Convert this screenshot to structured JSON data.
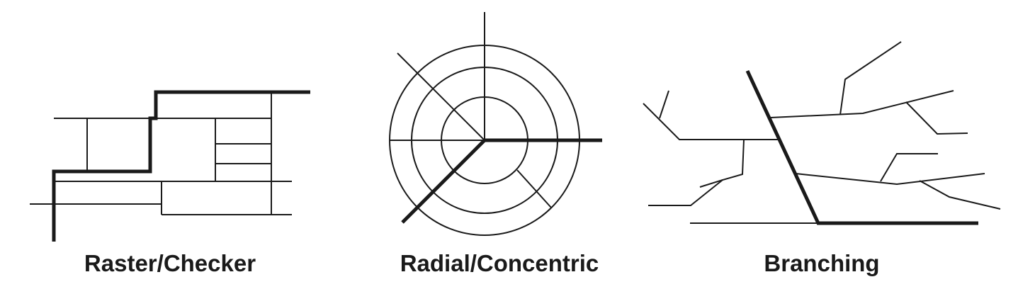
{
  "colors": {
    "line": "#1a1a1a",
    "background": "#ffffff"
  },
  "panels": [
    {
      "label": "Raster/Checker"
    },
    {
      "label": "Radial/Concentric"
    },
    {
      "label": "Branching"
    }
  ]
}
